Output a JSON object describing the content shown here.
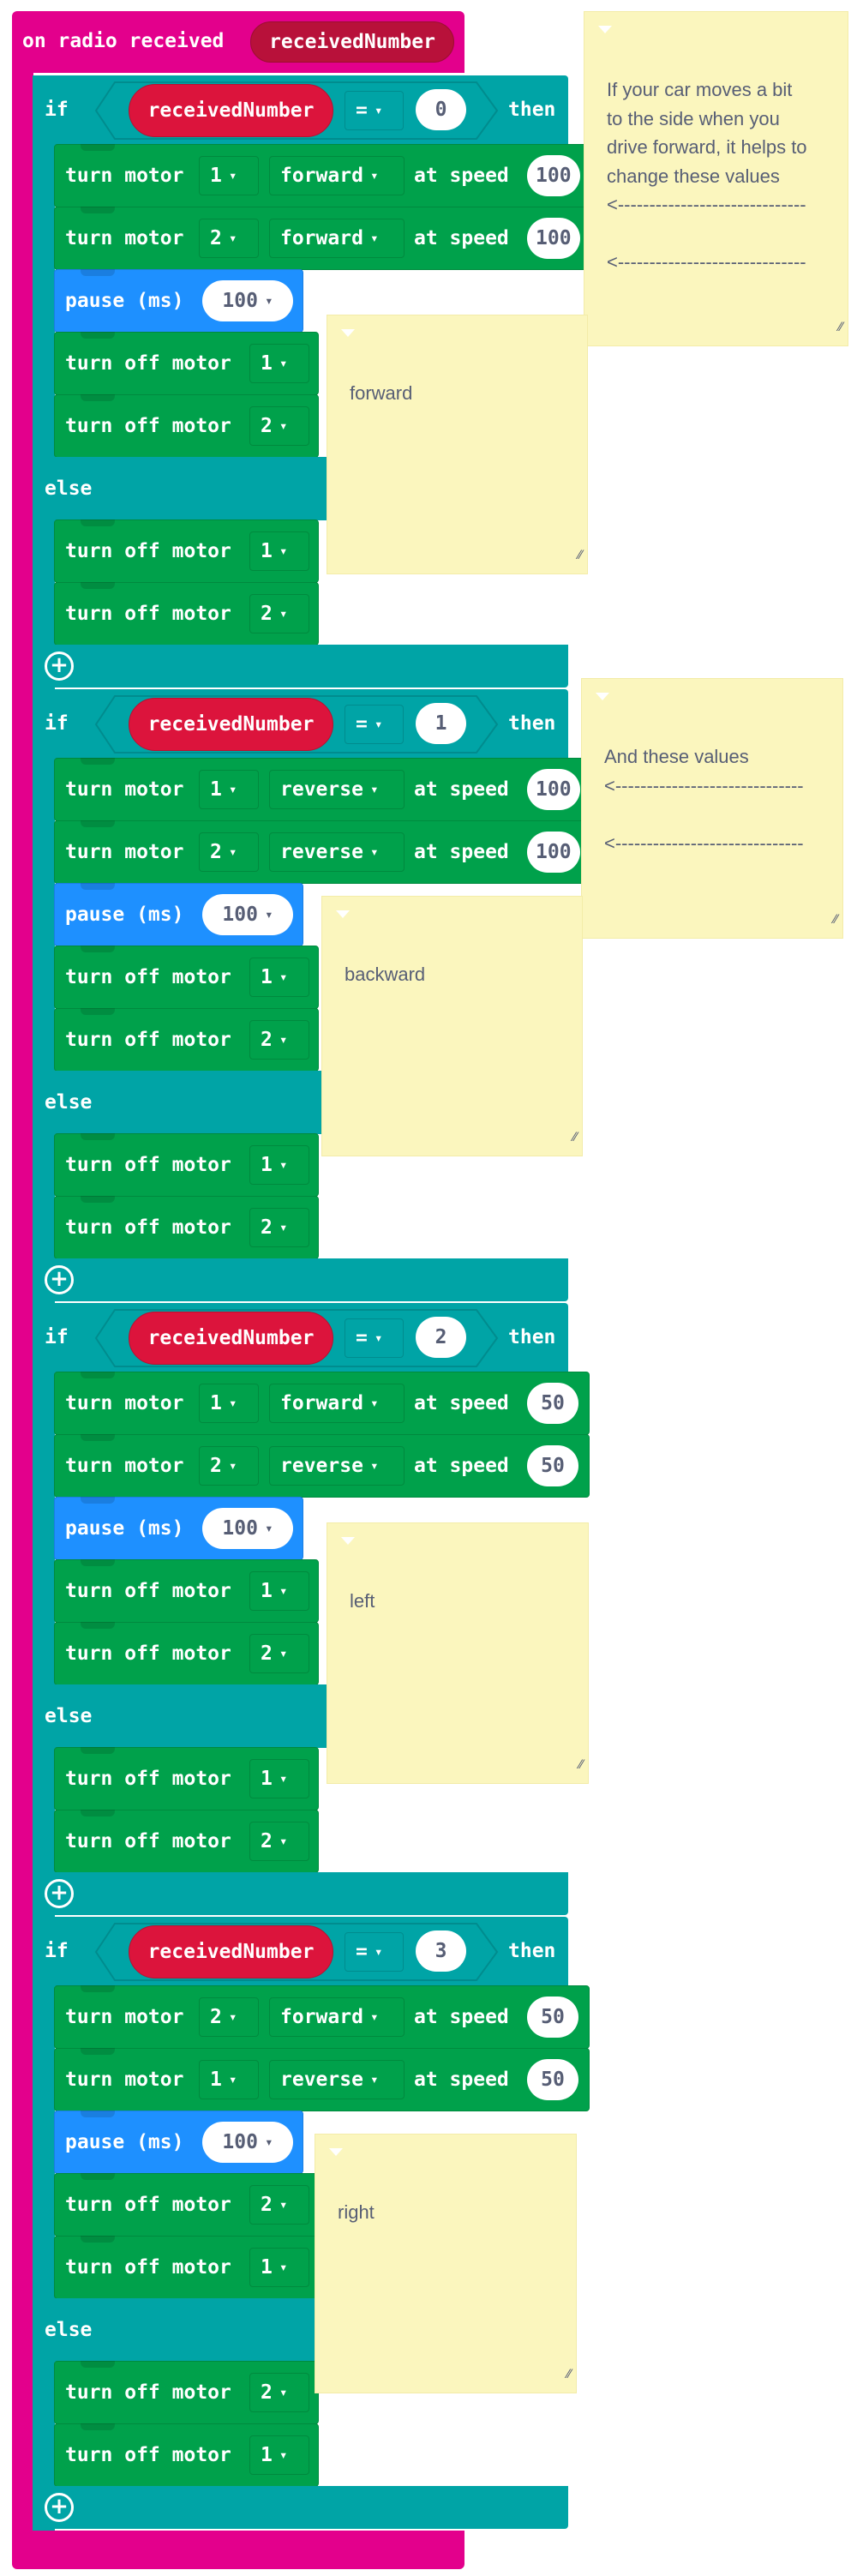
{
  "event": {
    "label": "on radio received",
    "variable": "receivedNumber"
  },
  "labels": {
    "if": "if",
    "then": "then",
    "else": "else",
    "op": "=",
    "turn_motor": "turn motor",
    "at_speed": "at speed",
    "pause": "pause (ms)",
    "turn_off": "turn off motor",
    "dropdown_arrow": "▾",
    "plus": "+"
  },
  "colors": {
    "event": "#E3008C",
    "logic": "#00A4A6",
    "motor": "#00A14B",
    "pause": "#1E90FF",
    "variable": "#DC143C",
    "note": "#FBF6BE"
  },
  "sections": [
    {
      "variable": "receivedNumber",
      "value": "0",
      "then": [
        {
          "type": "motor",
          "motor": "1",
          "dir": "forward",
          "speed": "100"
        },
        {
          "type": "motor",
          "motor": "2",
          "dir": "forward",
          "speed": "100"
        },
        {
          "type": "pause",
          "ms": "100"
        },
        {
          "type": "off",
          "motor": "1"
        },
        {
          "type": "off",
          "motor": "2"
        }
      ],
      "else": [
        {
          "type": "off",
          "motor": "1"
        },
        {
          "type": "off",
          "motor": "2"
        }
      ]
    },
    {
      "variable": "receivedNumber",
      "value": "1",
      "then": [
        {
          "type": "motor",
          "motor": "1",
          "dir": "reverse",
          "speed": "100"
        },
        {
          "type": "motor",
          "motor": "2",
          "dir": "reverse",
          "speed": "100"
        },
        {
          "type": "pause",
          "ms": "100"
        },
        {
          "type": "off",
          "motor": "1"
        },
        {
          "type": "off",
          "motor": "2"
        }
      ],
      "else": [
        {
          "type": "off",
          "motor": "1"
        },
        {
          "type": "off",
          "motor": "2"
        }
      ]
    },
    {
      "variable": "receivedNumber",
      "value": "2",
      "then": [
        {
          "type": "motor",
          "motor": "1",
          "dir": "forward",
          "speed": "50"
        },
        {
          "type": "motor",
          "motor": "2",
          "dir": "reverse",
          "speed": "50"
        },
        {
          "type": "pause",
          "ms": "100"
        },
        {
          "type": "off",
          "motor": "1"
        },
        {
          "type": "off",
          "motor": "2"
        }
      ],
      "else": [
        {
          "type": "off",
          "motor": "1"
        },
        {
          "type": "off",
          "motor": "2"
        }
      ]
    },
    {
      "variable": "receivedNumber",
      "value": "3",
      "then": [
        {
          "type": "motor",
          "motor": "2",
          "dir": "forward",
          "speed": "50"
        },
        {
          "type": "motor",
          "motor": "1",
          "dir": "reverse",
          "speed": "50"
        },
        {
          "type": "pause",
          "ms": "100"
        },
        {
          "type": "off",
          "motor": "2"
        },
        {
          "type": "off",
          "motor": "1"
        }
      ],
      "else": [
        {
          "type": "off",
          "motor": "2"
        },
        {
          "type": "off",
          "motor": "1"
        }
      ]
    }
  ],
  "notes": [
    {
      "text": "If your car moves a bit\nto the side when you\ndrive forward, it helps to\nchange these values\n<------------------------------\n\n<------------------------------"
    },
    {
      "text": "forward"
    },
    {
      "text": "And these values\n<------------------------------\n\n<------------------------------"
    },
    {
      "text": "backward"
    },
    {
      "text": "left"
    },
    {
      "text": "right"
    }
  ]
}
